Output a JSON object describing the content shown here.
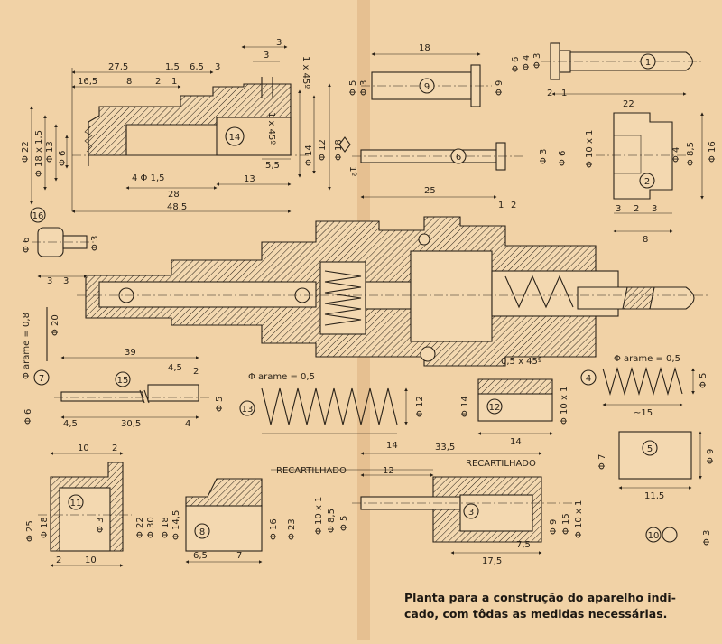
{
  "caption": {
    "line1": "Planta para a construção do aparelho indi-",
    "line2": "cado, com tôdas as medidas necessárias."
  },
  "palette": {
    "paper": "#f1d2a6",
    "ink": "#2a2218",
    "fold": "#d9ab78"
  },
  "parts": {
    "p1": "1",
    "p2": "2",
    "p3": "3",
    "p4": "4",
    "p5": "5",
    "p6": "6",
    "p7": "7",
    "p8": "8",
    "p9": "9",
    "p10": "10",
    "p11": "11",
    "p12": "12",
    "p13": "13",
    "p14": "14",
    "p15": "15",
    "p16": "16"
  },
  "labels": {
    "knurl_left": "RECARTILHADO",
    "knurl_right": "RECARTILHADO",
    "wire_13": "Φ arame = 0,5",
    "wire_4": "Φ arame = 0,5",
    "wire_7": "Φ arame = 0,8",
    "chamfer_12": "0,5 x 45º",
    "chamfer_14a": "1 x 45º",
    "chamfer_14b": "1 x 45º"
  },
  "dims": {
    "p14": {
      "d3": "3",
      "d27_5": "27,5",
      "d1_5": "1,5",
      "d6_5": "6,5",
      "d3b": "3",
      "d16_5": "16,5",
      "d8": "8",
      "d2": "2",
      "d1": "1",
      "d22": "Φ 22",
      "d18": "Φ 18 x 1,5",
      "d13": "Φ 13",
      "d6": "Φ 6",
      "d4": "4 Φ 1,5",
      "d28": "28",
      "d13b": "13",
      "d5_5": "5,5",
      "d48_5": "48,5",
      "d14": "Φ 14",
      "d12": "Φ 12",
      "d18b": "Φ 18",
      "d1deg": "1º"
    },
    "p9": {
      "d18": "18",
      "d5": "Φ 5",
      "d3": "Φ 3",
      "d9": "Φ 9"
    },
    "p1": {
      "d6": "Φ 6",
      "d4": "Φ 4",
      "d3": "Φ 3",
      "d2": "2",
      "d1": "1",
      "d22": "22"
    },
    "p6": {
      "d3": "Φ 3",
      "d6": "Φ 6",
      "d25": "25",
      "d1": "1",
      "d2": "2"
    },
    "p2": {
      "d10": "Φ 10 x 1",
      "d4": "Φ 4",
      "d8_5": "Φ 8,5",
      "d16": "Φ 16",
      "d3": "3",
      "d2": "2",
      "d3b": "3",
      "d8": "8"
    },
    "p16": {
      "d6": "Φ 6",
      "d3": "Φ 3",
      "w3a": "3",
      "w3b": "3"
    },
    "p7": {
      "d20": "Φ 20"
    },
    "p15": {
      "d39": "39",
      "d4_5": "4,5",
      "d2": "2",
      "d6": "Φ 6",
      "d4_5b": "4,5",
      "d30_5": "30,5",
      "d4": "4",
      "d5": "Φ 5"
    },
    "p13": {
      "d12": "Φ 12"
    },
    "p12": {
      "d14": "Φ 14",
      "d10": "Φ 10 x 1",
      "len": "14"
    },
    "p4": {
      "d5": "Φ 5",
      "len": "~15"
    },
    "p11": {
      "d10": "10",
      "d2": "2",
      "d25": "Φ 25",
      "d18": "Φ 18",
      "d3": "Φ 3",
      "d22": "Φ 22",
      "d30": "Φ 30",
      "w2": "2",
      "w10": "10"
    },
    "p8": {
      "d18": "Φ 18",
      "d14_5": "Φ 14,5",
      "d16": "Φ 16",
      "d23": "Φ 23",
      "w6_5": "6,5",
      "w7": "7"
    },
    "p3": {
      "d14": "14",
      "d33_5": "33,5",
      "d12": "12",
      "d10": "Φ 10 x 1",
      "d8_5": "Φ 8,5",
      "d5": "Φ 5",
      "d9": "Φ 9",
      "d15": "Φ 15",
      "d10b": "Φ 10 x 1",
      "d7_5": "7,5",
      "d17_5": "17,5"
    },
    "p5": {
      "d7": "Φ 7",
      "d9": "Φ 9",
      "len": "11,5"
    },
    "p10": {
      "d3": "Φ 3"
    }
  }
}
